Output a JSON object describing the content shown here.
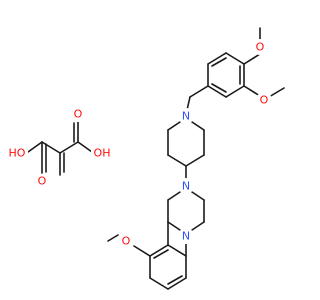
{
  "atom_colors": {
    "N": "#3050f8",
    "O": "#ff0d0d"
  },
  "labels": {
    "n_piperidine": "N",
    "n_piperazine_top": "N",
    "n_piperazine_bottom": "N",
    "o_methoxy_4": "O",
    "o_methoxy_3": "O",
    "o_methoxy_phenyl": "O",
    "oxalic_ho_left": "HO",
    "oxalic_oh_right": "OH",
    "oxalic_o_top": "O",
    "oxalic_o_bottom": "O"
  }
}
